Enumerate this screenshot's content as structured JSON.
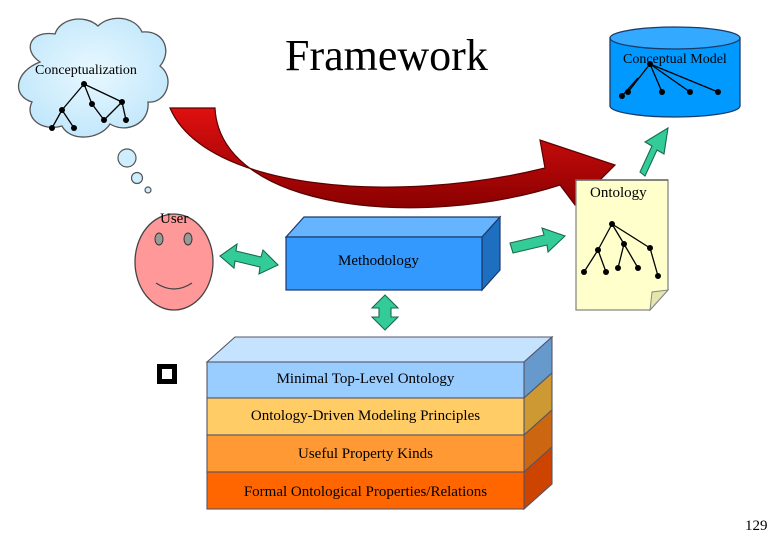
{
  "slide": {
    "title": "Framework",
    "page_number": "129"
  },
  "nodes": {
    "conceptualization": "Conceptualization",
    "conceptual_model": "Conceptual Model",
    "ontology": "Ontology",
    "user": "User",
    "methodology": "Methodology"
  },
  "layers": [
    {
      "label": "Minimal Top-Level Ontology",
      "color": "#99ccff"
    },
    {
      "label": "Ontology-Driven Modeling Principles",
      "color": "#ffcc66"
    },
    {
      "label": "Useful Property Kinds",
      "color": "#ff9933"
    },
    {
      "label": "Formal Ontological Properties/Relations",
      "color": "#ff6600"
    }
  ],
  "colors": {
    "cloud": "#cceeff",
    "cylinder": "#0099ff",
    "big_arrow": "#cc0000",
    "connector_arrow": "#33cc99",
    "face": "#ff9999",
    "document": "#ffffcc",
    "methodology_box": "#3399ff"
  },
  "icons": {
    "bullet": "hollow-square-bullet",
    "tree": "tree-graph-icon"
  }
}
